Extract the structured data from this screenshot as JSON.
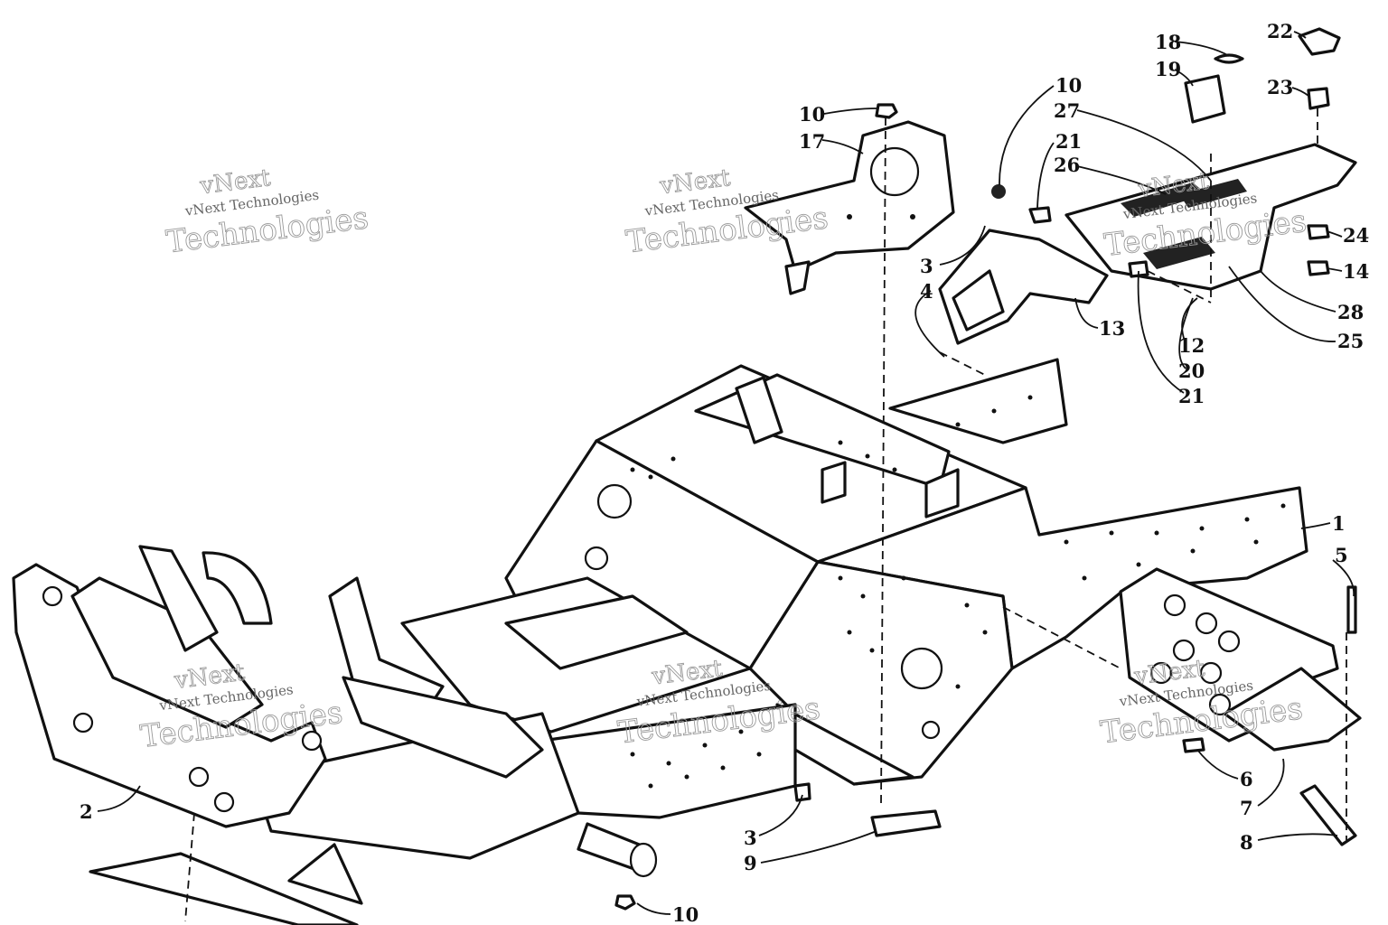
{
  "diagram": {
    "callouts": [
      {
        "id": "c1",
        "label": "1"
      },
      {
        "id": "c2",
        "label": "2"
      },
      {
        "id": "c3a",
        "label": "3"
      },
      {
        "id": "c3b",
        "label": "3"
      },
      {
        "id": "c4",
        "label": "4"
      },
      {
        "id": "c5",
        "label": "5"
      },
      {
        "id": "c6",
        "label": "6"
      },
      {
        "id": "c7",
        "label": "7"
      },
      {
        "id": "c8",
        "label": "8"
      },
      {
        "id": "c9",
        "label": "9"
      },
      {
        "id": "c10a",
        "label": "10"
      },
      {
        "id": "c10b",
        "label": "10"
      },
      {
        "id": "c10c",
        "label": "10"
      },
      {
        "id": "c12",
        "label": "12"
      },
      {
        "id": "c13",
        "label": "13"
      },
      {
        "id": "c14",
        "label": "14"
      },
      {
        "id": "c17",
        "label": "17"
      },
      {
        "id": "c18",
        "label": "18"
      },
      {
        "id": "c19",
        "label": "19"
      },
      {
        "id": "c20",
        "label": "20"
      },
      {
        "id": "c21a",
        "label": "21"
      },
      {
        "id": "c21b",
        "label": "21"
      },
      {
        "id": "c22",
        "label": "22"
      },
      {
        "id": "c23",
        "label": "23"
      },
      {
        "id": "c24",
        "label": "24"
      },
      {
        "id": "c25",
        "label": "25"
      },
      {
        "id": "c26",
        "label": "26"
      },
      {
        "id": "c27",
        "label": "27"
      },
      {
        "id": "c28",
        "label": "28"
      }
    ]
  },
  "watermark": {
    "line1": "vNext",
    "line2": "Technologies",
    "small": "vNext Technologies"
  }
}
